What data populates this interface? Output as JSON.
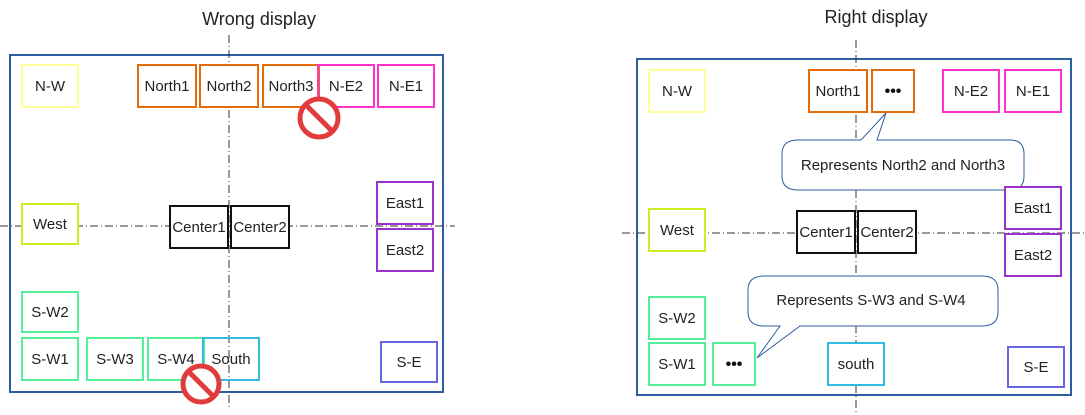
{
  "panels": {
    "wrong": {
      "title": "Wrong display",
      "boxes": {
        "nw": "N-W",
        "north1": "North1",
        "north2": "North2",
        "north3": "North3",
        "ne2": "N-E2",
        "ne1": "N-E1",
        "west": "West",
        "center1": "Center1",
        "center2": "Center2",
        "east1": "East1",
        "east2": "East2",
        "sw2": "S-W2",
        "sw1": "S-W1",
        "sw3": "S-W3",
        "sw4": "S-W4",
        "south": "South",
        "se": "S-E"
      }
    },
    "right": {
      "title": "Right display",
      "boxes": {
        "nw": "N-W",
        "north1": "North1",
        "north_more": "•••",
        "ne2": "N-E2",
        "ne1": "N-E1",
        "west": "West",
        "center1": "Center1",
        "center2": "Center2",
        "east1": "East1",
        "east2": "East2",
        "sw2": "S-W2",
        "sw1": "S-W1",
        "sw_more": "•••",
        "south": "south",
        "se": "S-E"
      },
      "callouts": {
        "north": "Represents North2 and North3",
        "southwest": "Represents S-W3 and S-W4"
      }
    }
  },
  "colors": {
    "frame": "#2e5d9e",
    "nw": "#ffff99",
    "north": "#e36c0a",
    "ne": "#ff33cc",
    "west": "#ccee22",
    "center": "#111111",
    "east": "#9933cc",
    "sw": "#55ee99",
    "south": "#33bbdd",
    "se": "#6666dd",
    "callout": "#2e5d9e",
    "forbidden": "#e23b3b"
  },
  "icons": {
    "forbidden": "no-entry-icon"
  }
}
